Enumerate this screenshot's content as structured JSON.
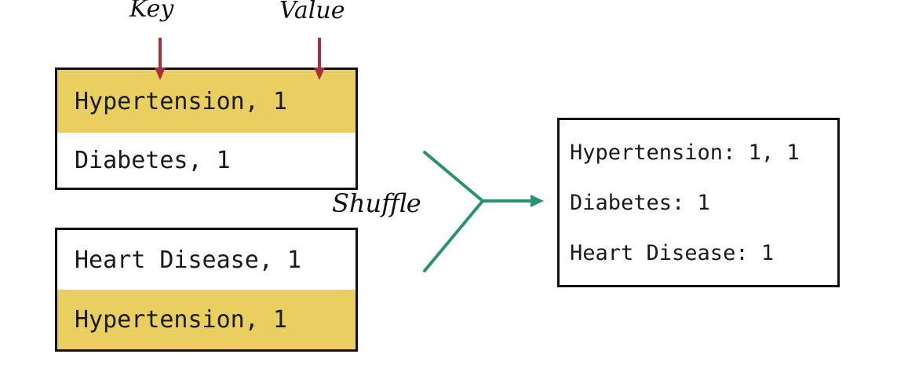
{
  "labels": {
    "key": "Key",
    "value": "Value",
    "shuffle": "Shuffle"
  },
  "mapper_outputs": [
    {
      "rows": [
        {
          "text": "Hypertension, 1",
          "highlight": true
        },
        {
          "text": "Diabetes, 1",
          "highlight": false
        }
      ]
    },
    {
      "rows": [
        {
          "text": "Heart Disease, 1",
          "highlight": false
        },
        {
          "text": "Hypertension, 1",
          "highlight": true
        }
      ]
    }
  ],
  "shuffle_output": {
    "rows": [
      "Hypertension: 1, 1",
      "Diabetes: 1",
      "Heart Disease: 1"
    ]
  },
  "colors": {
    "highlight": "#e8cf60",
    "key_value_arrows": "#a3303a",
    "shuffle_lines": "#2a9270",
    "border": "#111111"
  }
}
